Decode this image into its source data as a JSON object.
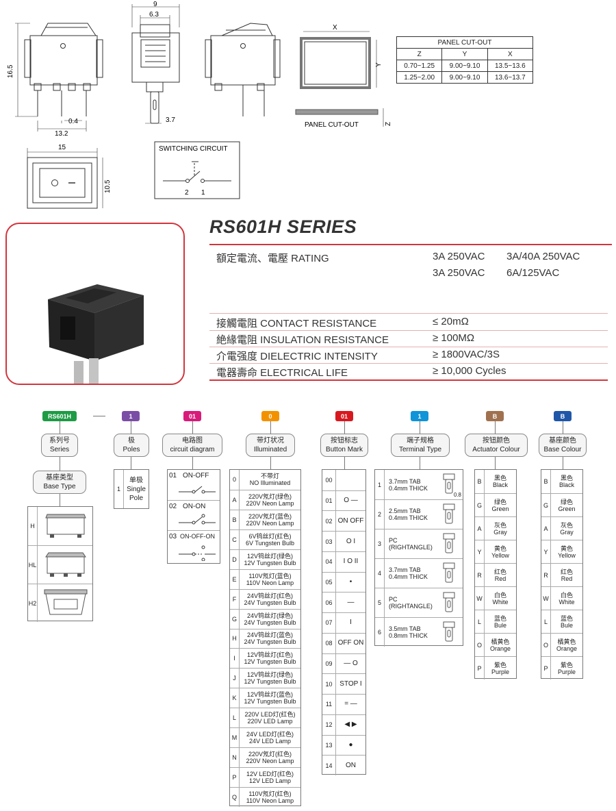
{
  "dims": {
    "top_width": "9",
    "top_inner": "6.3",
    "height": "16.5",
    "pin_gap": "0.4",
    "pin_span": "13.2",
    "side_pin": "3.7",
    "front_width": "15",
    "front_height": "10.5",
    "x_label": "X",
    "y_label": "Y",
    "z_label": "Z",
    "front_mark_off": "O",
    "front_mark_on": "—"
  },
  "panel_cutout": {
    "caption": "PANEL CUT-OUT",
    "table_title": "PANEL CUT-OUT",
    "headers": [
      "Z",
      "Y",
      "X"
    ],
    "rows": [
      [
        "0.70~1.25",
        "9.00~9.10",
        "13.5~13.6"
      ],
      [
        "1.25~2.00",
        "9.00~9.10",
        "13.6~13.7"
      ]
    ]
  },
  "switching_circuit": {
    "title": "SWITCHING CIRCUIT",
    "pin_left": "2",
    "pin_right": "1"
  },
  "series_title": "RS601H SERIES",
  "specs": [
    {
      "label": "額定電流、電壓 RATING",
      "values": [
        "3A 250VAC",
        "3A/40A 250VAC"
      ],
      "values2": [
        "3A 250VAC",
        "6A/125VAC"
      ]
    },
    {
      "label": "接觸電阻 CONTACT RESISTANCE",
      "value": "≤ 20mΩ"
    },
    {
      "label": "絶緣電阻 INSULATION RESISTANCE",
      "value": "≥ 100MΩ"
    },
    {
      "label": "介電强度 DIELECTRIC INTENSITY",
      "value": "≥ 1800VAC/3S"
    },
    {
      "label": "電器壽命 ELECTRICAL LIFE",
      "value": "≥ 10,000 Cycles"
    }
  ],
  "colors": {
    "accent_red": "#d3343c",
    "tag_green": "#1e9b45",
    "tag_purple": "#7b4ea6",
    "tag_magenta": "#d81b7b",
    "tag_orange": "#f39200",
    "tag_red": "#d7191f",
    "tag_cyan": "#0f94d8",
    "tag_brown": "#a0714e",
    "tag_blue": "#1f57a8"
  },
  "order": {
    "tags": [
      "RS601H",
      "1",
      "01",
      "0",
      "01",
      "1",
      "B",
      "B"
    ],
    "headers": [
      {
        "zh": "系列号",
        "en": "Series"
      },
      {
        "zh": "基座类型",
        "en": "Base Type"
      },
      {
        "zh": "极",
        "en": "Poles"
      },
      {
        "zh": "电路图",
        "en": "circuit diagram"
      },
      {
        "zh": "带灯状况",
        "en": "Illuminated"
      },
      {
        "zh": "按钮标志",
        "en": "Button Mark"
      },
      {
        "zh": "端子规格",
        "en": "Terminal Type"
      },
      {
        "zh": "按钮颜色",
        "en": "Actuator Colour"
      },
      {
        "zh": "基座颜色",
        "en": "Base Colour"
      }
    ],
    "base_types": [
      "H",
      "HL",
      "H2"
    ],
    "poles": {
      "code": "1",
      "zh": "单极",
      "en1": "Single",
      "en2": "Pole"
    },
    "circuits": [
      {
        "code": "01",
        "label": "ON-OFF"
      },
      {
        "code": "02",
        "label": "ON-ON"
      },
      {
        "code": "03",
        "label": "ON-OFF-ON"
      }
    ],
    "illuminated": [
      {
        "code": "0",
        "zh": "不带灯",
        "en": "NO Illuminated"
      },
      {
        "code": "A",
        "zh": "220V氖灯(绿色)",
        "en": "220V Neon Lamp"
      },
      {
        "code": "B",
        "zh": "220V氖灯(蓝色)",
        "en": "220V Neon Lamp"
      },
      {
        "code": "C",
        "zh": "6V钨丝灯(红色)",
        "en": "6V Tungsten Bulb"
      },
      {
        "code": "D",
        "zh": "12V钨丝灯(绿色)",
        "en": "12V Tungsten Bulb"
      },
      {
        "code": "E",
        "zh": "110V氖灯(蓝色)",
        "en": "110V Neon Lamp"
      },
      {
        "code": "F",
        "zh": "24V钨丝灯(红色)",
        "en": "24V Tungsten Bulb"
      },
      {
        "code": "G",
        "zh": "24V钨丝灯(绿色)",
        "en": "24V Tungsten Bulb"
      },
      {
        "code": "H",
        "zh": "24V钨丝灯(蓝色)",
        "en": "24V Tungsten Bulb"
      },
      {
        "code": "I",
        "zh": "12V钨丝灯(红色)",
        "en": "12V Tungsten Bulb"
      },
      {
        "code": "J",
        "zh": "12V钨丝灯(绿色)",
        "en": "12V Tungsten Bulb"
      },
      {
        "code": "K",
        "zh": "12V钨丝灯(蓝色)",
        "en": "12V Tungsten Bulb"
      },
      {
        "code": "L",
        "zh": "220V LED灯(红色)",
        "en": "220V LED Lamp"
      },
      {
        "code": "M",
        "zh": "24V LED灯(红色)",
        "en": "24V LED Lamp"
      },
      {
        "code": "N",
        "zh": "220V氖灯(红色)",
        "en": "220V Neon Lamp"
      },
      {
        "code": "P",
        "zh": "12V LED灯(红色)",
        "en": "12V LED Lamp"
      },
      {
        "code": "Q",
        "zh": "110V氖灯(红色)",
        "en": "110V Neon Lamp"
      }
    ],
    "button_marks": [
      {
        "code": "00",
        "mark": ""
      },
      {
        "code": "01",
        "mark": "O —"
      },
      {
        "code": "02",
        "mark": "ON OFF"
      },
      {
        "code": "03",
        "mark": "O I"
      },
      {
        "code": "04",
        "mark": "I O II"
      },
      {
        "code": "05",
        "mark": "•"
      },
      {
        "code": "06",
        "mark": "—"
      },
      {
        "code": "07",
        "mark": "I"
      },
      {
        "code": "08",
        "mark": "OFF ON"
      },
      {
        "code": "09",
        "mark": "— O"
      },
      {
        "code": "10",
        "mark": "STOP I"
      },
      {
        "code": "11",
        "mark": "= —"
      },
      {
        "code": "12",
        "mark": "◀ ▶"
      },
      {
        "code": "13",
        "mark": "●"
      },
      {
        "code": "14",
        "mark": "ON"
      }
    ],
    "terminals": [
      {
        "code": "1",
        "l1": "3.7mm TAB",
        "l2": "0.4mm THICK",
        "note": "0.8"
      },
      {
        "code": "2",
        "l1": "2.5mm TAB",
        "l2": "0.4mm THICK",
        "note": ""
      },
      {
        "code": "3",
        "l1": "PC",
        "l2": "(RIGHTANGLE)",
        "note": ""
      },
      {
        "code": "4",
        "l1": "3.7mm TAB",
        "l2": "0.4mm THICK",
        "note": ""
      },
      {
        "code": "5",
        "l1": "PC",
        "l2": "(RIGHTANGLE)",
        "note": ""
      },
      {
        "code": "6",
        "l1": "3.5mm TAB",
        "l2": "0.8mm THICK",
        "note": ""
      }
    ],
    "actuator_colours": [
      {
        "code": "B",
        "zh": "黑色",
        "en": "Black"
      },
      {
        "code": "G",
        "zh": "绿色",
        "en": "Green"
      },
      {
        "code": "A",
        "zh": "灰色",
        "en": "Gray"
      },
      {
        "code": "Y",
        "zh": "黄色",
        "en": "Yellow"
      },
      {
        "code": "R",
        "zh": "红色",
        "en": "Red"
      },
      {
        "code": "W",
        "zh": "白色",
        "en": "White"
      },
      {
        "code": "L",
        "zh": "蓝色",
        "en": "Bule"
      },
      {
        "code": "O",
        "zh": "橘黄色",
        "en": "Orange"
      },
      {
        "code": "P",
        "zh": "紫色",
        "en": "Purple"
      }
    ],
    "base_colours": [
      {
        "code": "B",
        "zh": "黑色",
        "en": "Black"
      },
      {
        "code": "G",
        "zh": "绿色",
        "en": "Green"
      },
      {
        "code": "A",
        "zh": "灰色",
        "en": "Gray"
      },
      {
        "code": "Y",
        "zh": "黄色",
        "en": "Yellow"
      },
      {
        "code": "R",
        "zh": "红色",
        "en": "Red"
      },
      {
        "code": "W",
        "zh": "白色",
        "en": "White"
      },
      {
        "code": "L",
        "zh": "蓝色",
        "en": "Bule"
      },
      {
        "code": "O",
        "zh": "橘黄色",
        "en": "Orange"
      },
      {
        "code": "P",
        "zh": "紫色",
        "en": "Purple"
      }
    ]
  }
}
